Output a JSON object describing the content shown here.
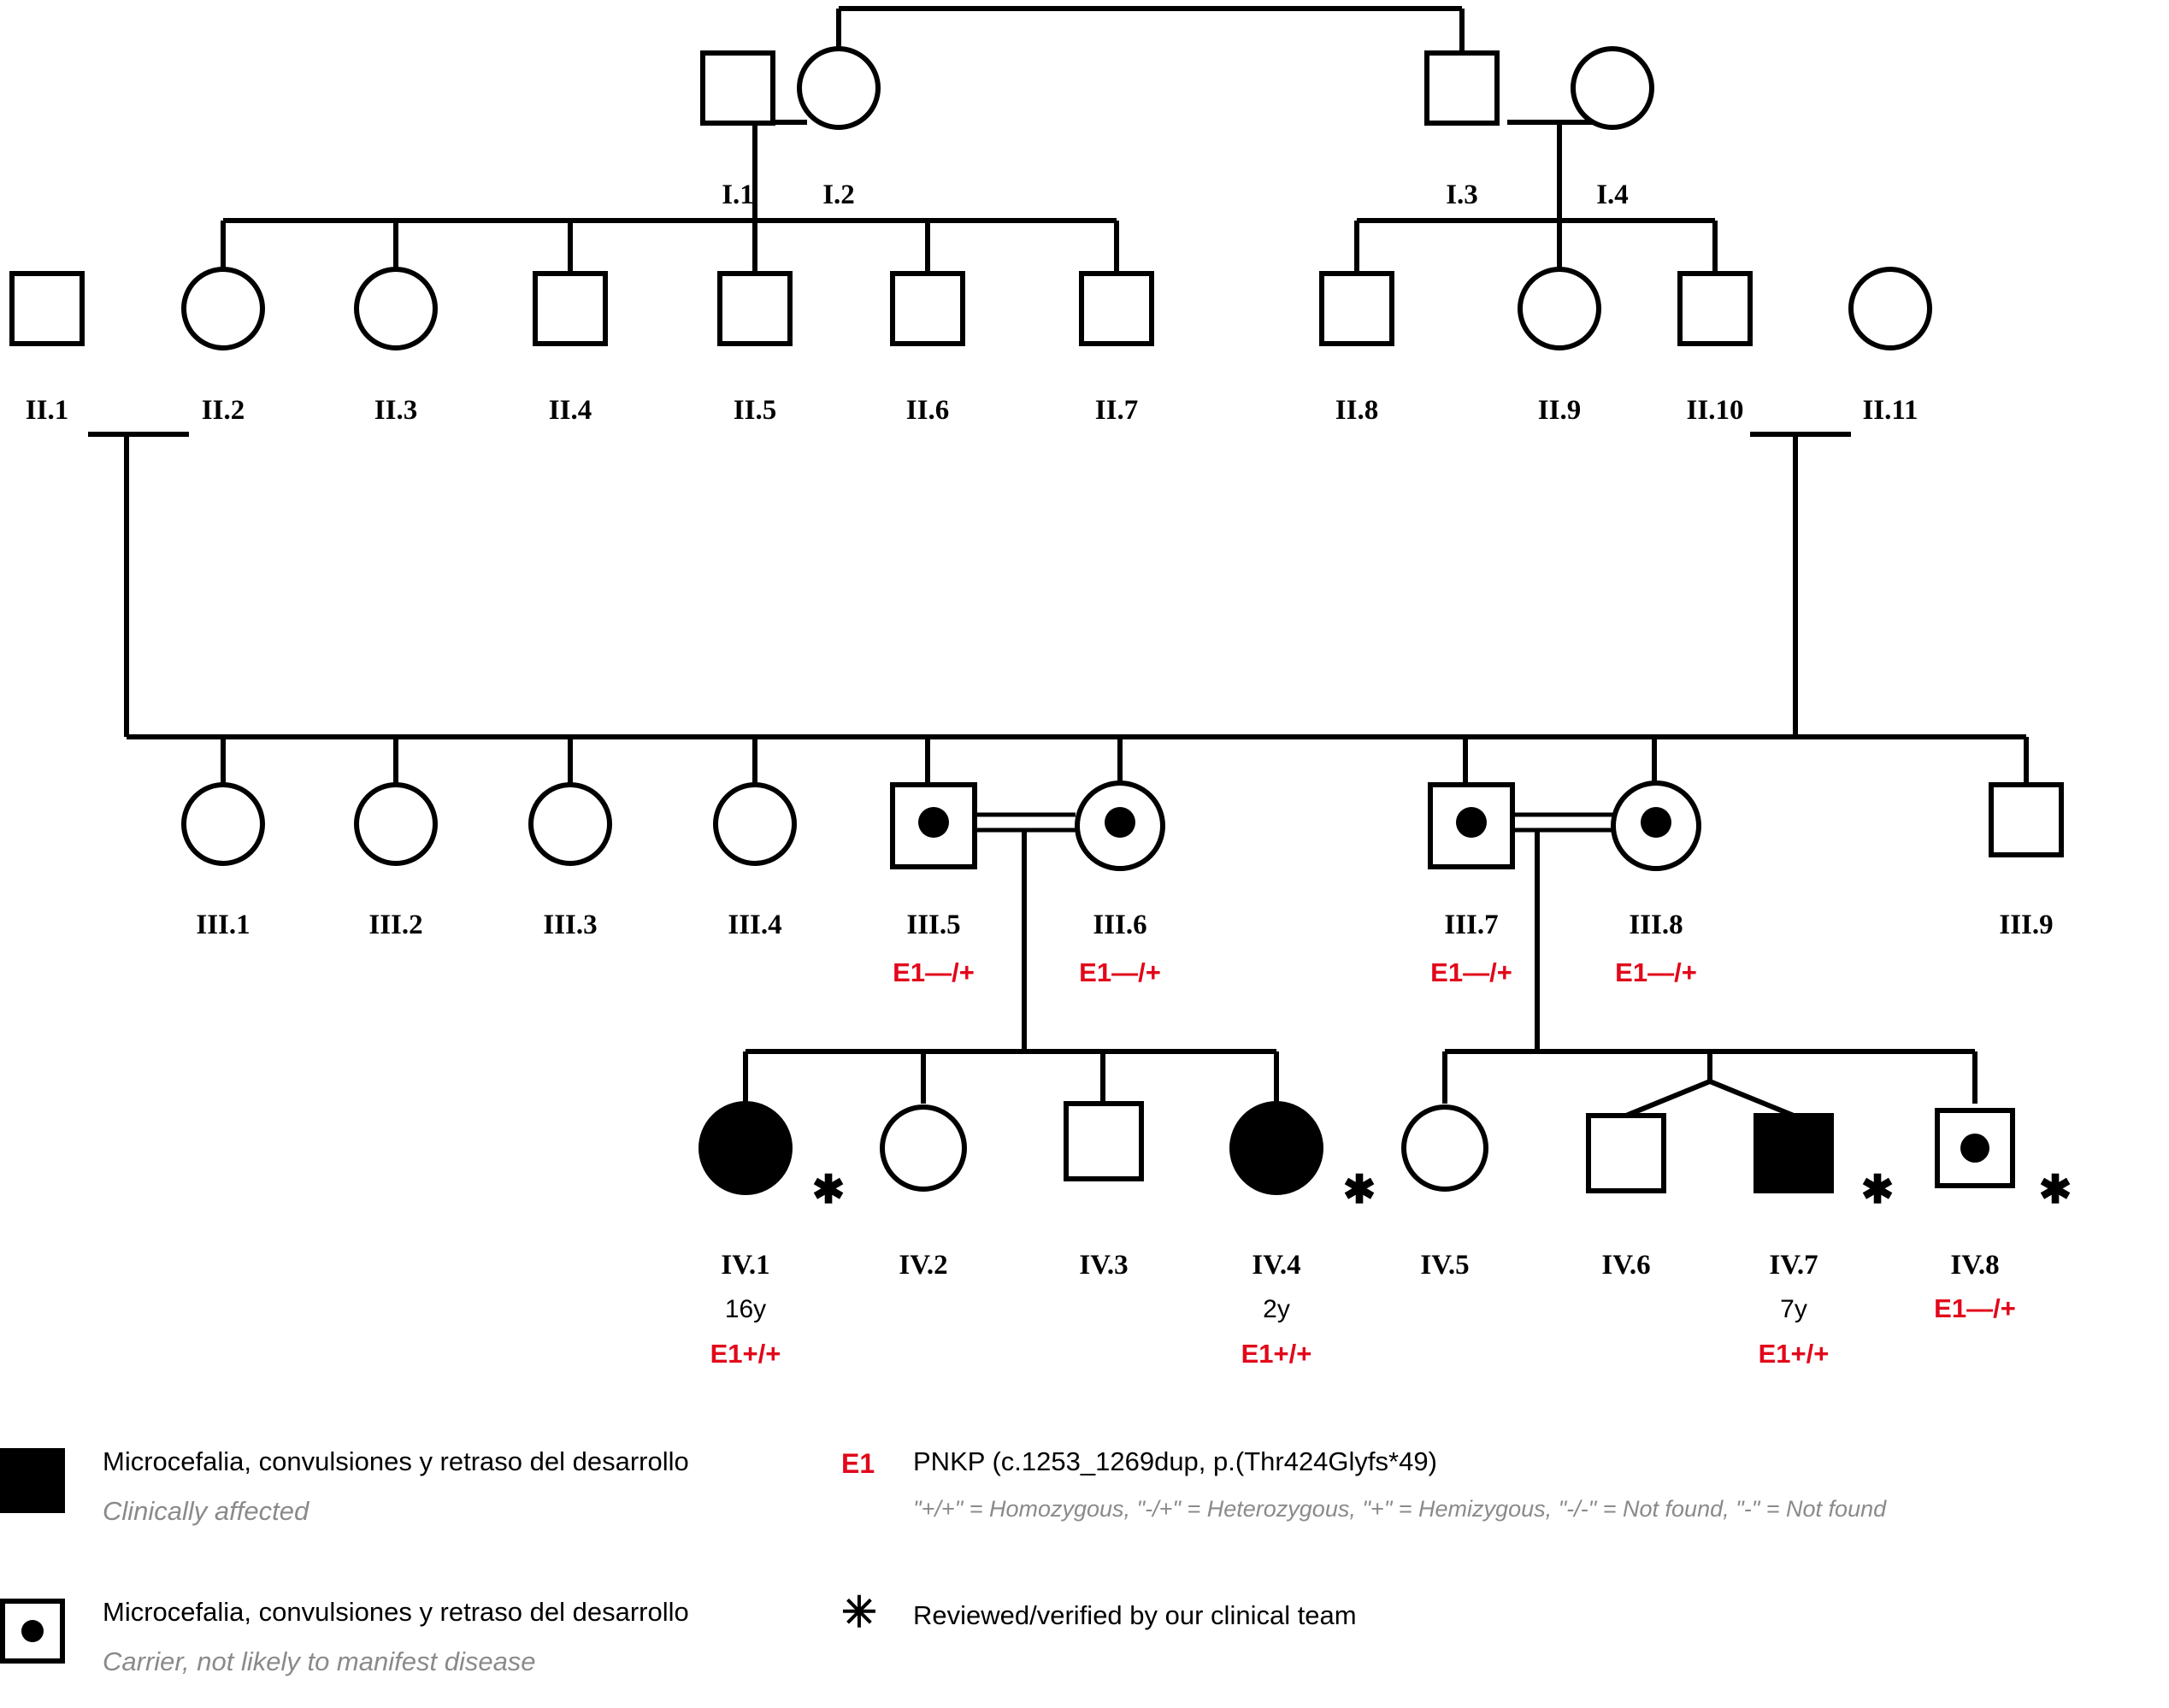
{
  "diagram": {
    "type": "pedigree-chart",
    "title": "",
    "generations": [
      "I",
      "II",
      "III",
      "IV"
    ],
    "colors": {
      "accent_red": "#e2071a",
      "stroke": "#000000",
      "muted": "#8a8a8a",
      "background": "#ffffff"
    }
  },
  "individuals": [
    {
      "id": "I.1",
      "sex": "male",
      "status": "unaffected",
      "age": "",
      "genotype": "",
      "verified": false
    },
    {
      "id": "I.2",
      "sex": "female",
      "status": "unaffected",
      "age": "",
      "genotype": "",
      "verified": false
    },
    {
      "id": "I.3",
      "sex": "male",
      "status": "unaffected",
      "age": "",
      "genotype": "",
      "verified": false
    },
    {
      "id": "I.4",
      "sex": "female",
      "status": "unaffected",
      "age": "",
      "genotype": "",
      "verified": false
    },
    {
      "id": "II.1",
      "sex": "male",
      "status": "unaffected",
      "age": "",
      "genotype": "",
      "verified": false
    },
    {
      "id": "II.2",
      "sex": "female",
      "status": "unaffected",
      "age": "",
      "genotype": "",
      "verified": false
    },
    {
      "id": "II.3",
      "sex": "female",
      "status": "unaffected",
      "age": "",
      "genotype": "",
      "verified": false
    },
    {
      "id": "II.4",
      "sex": "male",
      "status": "unaffected",
      "age": "",
      "genotype": "",
      "verified": false
    },
    {
      "id": "II.5",
      "sex": "male",
      "status": "unaffected",
      "age": "",
      "genotype": "",
      "verified": false
    },
    {
      "id": "II.6",
      "sex": "male",
      "status": "unaffected",
      "age": "",
      "genotype": "",
      "verified": false
    },
    {
      "id": "II.7",
      "sex": "male",
      "status": "unaffected",
      "age": "",
      "genotype": "",
      "verified": false
    },
    {
      "id": "II.8",
      "sex": "male",
      "status": "unaffected",
      "age": "",
      "genotype": "",
      "verified": false
    },
    {
      "id": "II.9",
      "sex": "female",
      "status": "unaffected",
      "age": "",
      "genotype": "",
      "verified": false
    },
    {
      "id": "II.10",
      "sex": "male",
      "status": "unaffected",
      "age": "",
      "genotype": "",
      "verified": false
    },
    {
      "id": "II.11",
      "sex": "female",
      "status": "unaffected",
      "age": "",
      "genotype": "",
      "verified": false
    },
    {
      "id": "III.1",
      "sex": "female",
      "status": "unaffected",
      "age": "",
      "genotype": "",
      "verified": false
    },
    {
      "id": "III.2",
      "sex": "female",
      "status": "unaffected",
      "age": "",
      "genotype": "",
      "verified": false
    },
    {
      "id": "III.3",
      "sex": "female",
      "status": "unaffected",
      "age": "",
      "genotype": "",
      "verified": false
    },
    {
      "id": "III.4",
      "sex": "female",
      "status": "unaffected",
      "age": "",
      "genotype": "",
      "verified": false
    },
    {
      "id": "III.5",
      "sex": "male",
      "status": "carrier",
      "age": "",
      "genotype": "E1—/+",
      "verified": false
    },
    {
      "id": "III.6",
      "sex": "female",
      "status": "carrier",
      "age": "",
      "genotype": "E1—/+",
      "verified": false
    },
    {
      "id": "III.7",
      "sex": "male",
      "status": "carrier",
      "age": "",
      "genotype": "E1—/+",
      "verified": false
    },
    {
      "id": "III.8",
      "sex": "female",
      "status": "carrier",
      "age": "",
      "genotype": "E1—/+",
      "verified": false
    },
    {
      "id": "III.9",
      "sex": "male",
      "status": "unaffected",
      "age": "",
      "genotype": "",
      "verified": false
    },
    {
      "id": "IV.1",
      "sex": "female",
      "status": "affected",
      "age": "16y",
      "genotype": "E1+/+",
      "verified": true
    },
    {
      "id": "IV.2",
      "sex": "female",
      "status": "unaffected",
      "age": "",
      "genotype": "",
      "verified": false
    },
    {
      "id": "IV.3",
      "sex": "male",
      "status": "unaffected",
      "age": "",
      "genotype": "",
      "verified": false
    },
    {
      "id": "IV.4",
      "sex": "female",
      "status": "affected",
      "age": "2y",
      "genotype": "E1+/+",
      "verified": true
    },
    {
      "id": "IV.5",
      "sex": "female",
      "status": "unaffected",
      "age": "",
      "genotype": "",
      "verified": false
    },
    {
      "id": "IV.6",
      "sex": "male",
      "status": "unaffected",
      "age": "",
      "genotype": "",
      "verified": false
    },
    {
      "id": "IV.7",
      "sex": "male",
      "status": "affected",
      "age": "7y",
      "genotype": "E1+/+",
      "verified": true
    },
    {
      "id": "IV.8",
      "sex": "male",
      "status": "carrier",
      "age": "",
      "genotype": "E1—/+",
      "verified": true
    }
  ],
  "relationships": {
    "consanguineous_unions": [
      "III.5 x III.6",
      "III.7 x III.8"
    ],
    "twins": [
      "IV.6",
      "IV.7"
    ]
  },
  "legend": {
    "entries": [
      {
        "key_icon": "filled-square",
        "title": "Microcefalia, convulsiones y retraso del desarrollo",
        "subtitle": "Clinically affected"
      },
      {
        "key_icon": "carrier-square",
        "title": "Microcefalia, convulsiones y retraso del desarrollo",
        "subtitle": "Carrier, not likely to manifest disease"
      }
    ],
    "gene": {
      "code": "E1",
      "description": "PNKP (c.1253_1269dup, p.(Thr424Glyfs*49)",
      "notation_key": "\"+/+\" = Homozygous, \"-/+\" = Heterozygous, \"+\" = Hemizygous, \"-/-\" = Not found, \"-\" = Not found"
    },
    "asterisk": {
      "symbol": "✳",
      "description": "Reviewed/verified by our clinical team"
    }
  }
}
